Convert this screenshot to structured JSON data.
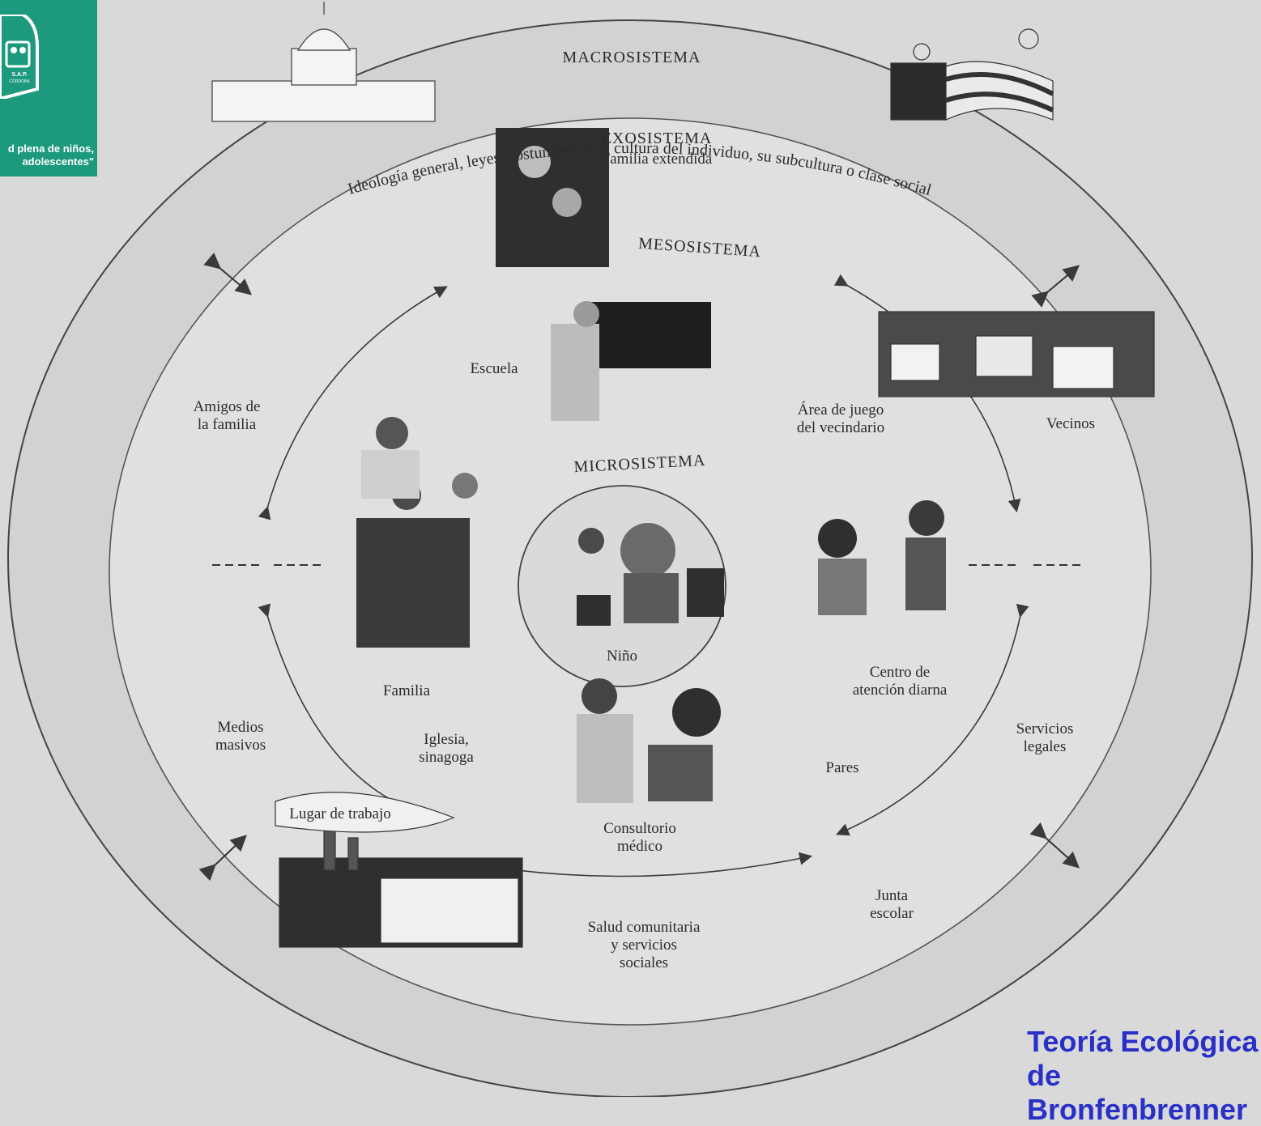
{
  "logo": {
    "badge_text": "S.A.P.",
    "badge_subtext": "CÓRDOBA",
    "motto": "d plena de niños,\nadolescentes\""
  },
  "diagram": {
    "macro": {
      "title": "MACROSISTEMA",
      "description": "Ideología general, leyes, costumbres y la cultura del individuo, su subcultura o clase social"
    },
    "exo": {
      "title": "EXOSISTEMA",
      "subtitle": "Familia extendida"
    },
    "meso": {
      "title": "MESOSISTEMA"
    },
    "micro": {
      "title": "MICROSISTEMA",
      "center_label": "Niño"
    },
    "labels": {
      "escuela": "Escuela",
      "amigos": "Amigos de\nla familia",
      "area_juego": "Área de juego\ndel vecindario",
      "vecinos": "Vecinos",
      "familia": "Familia",
      "centro": "Centro de\natención diarna",
      "medios": "Medios\nmasivos",
      "iglesia": "Iglesia,\nsinagoga",
      "pares": "Pares",
      "servicios": "Servicios\nlegales",
      "trabajo": "Lugar de trabajo",
      "consultorio": "Consultorio\nmédico",
      "junta": "Junta\nescolar",
      "salud": "Salud comunitaria\ny servicios\nsociales"
    }
  },
  "footer": {
    "title": "Teoría Ecológica\nde Bronfenbrenner"
  }
}
